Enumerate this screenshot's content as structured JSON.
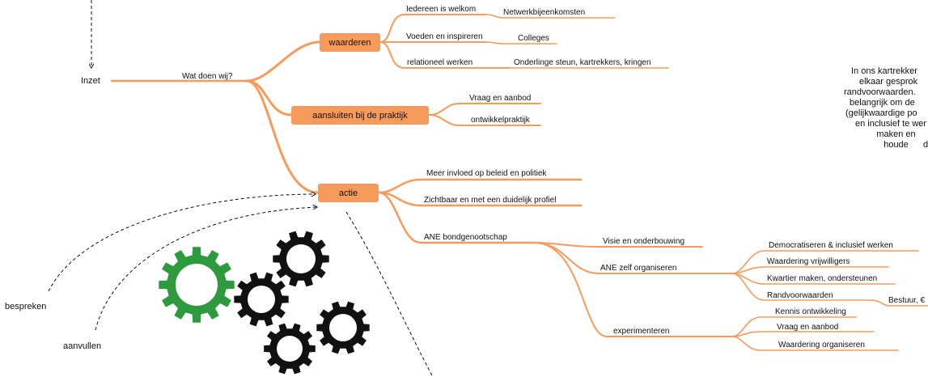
{
  "root": {
    "label": "Inzet",
    "branch_label": "Wat doen wij?"
  },
  "side_labels": {
    "discuss": "bespreken",
    "supplement": "aanvullen"
  },
  "nodes": {
    "waarderen": {
      "label": "waarderen",
      "branches": [
        {
          "label": "Iedereen is welkom",
          "leaf": "Netwerkbijeenkomsten"
        },
        {
          "label": "Voeden en inspireren",
          "leaf": "Colleges"
        },
        {
          "label": "relationeel werken",
          "leaf": "Onderlinge steun, kartrekkers, kringen"
        }
      ]
    },
    "praktijk": {
      "label": "aansluiten bij de praktijk",
      "leaves": [
        "Vraag en aanbod",
        "ontwikkelpraktijk"
      ]
    },
    "actie": {
      "label": "actie",
      "branches": [
        "Meer invloed op beleid en politiek",
        "Zichtbaar en met een duidelijk profiel"
      ],
      "ane": {
        "label": "ANE bondgenootschap",
        "visie": "Visie en onderbouwing",
        "zelf": {
          "label": "ANE zelf organiseren",
          "items": [
            "Democratiseren & inclusief werken",
            "Waardering vrijwilligers",
            "Kwartier maken, ondersteunen",
            "Randvoorwaarden"
          ],
          "extra": "Bestuur, €"
        },
        "exp": {
          "label": "experimenteren",
          "items": [
            "Kennis ontwikkeling",
            "Vraag en aanbod",
            "Waardering organiseren"
          ]
        }
      }
    }
  },
  "note_lines": [
    "In ons kartrekker",
    "elkaar gesprok",
    "randvoorwaarden.",
    "belangrijk om de",
    "(gelijkwaardige po",
    "en inclusief te wer",
    "maken en houde",
    "d"
  ],
  "colors": {
    "branch": "#f79b5c",
    "node": "#f79b5c",
    "gear_green": "#2e9a3e",
    "gear_black": "#111111"
  },
  "icons": {
    "gears": [
      "gear-icon-green",
      "gear-icon-black"
    ]
  }
}
